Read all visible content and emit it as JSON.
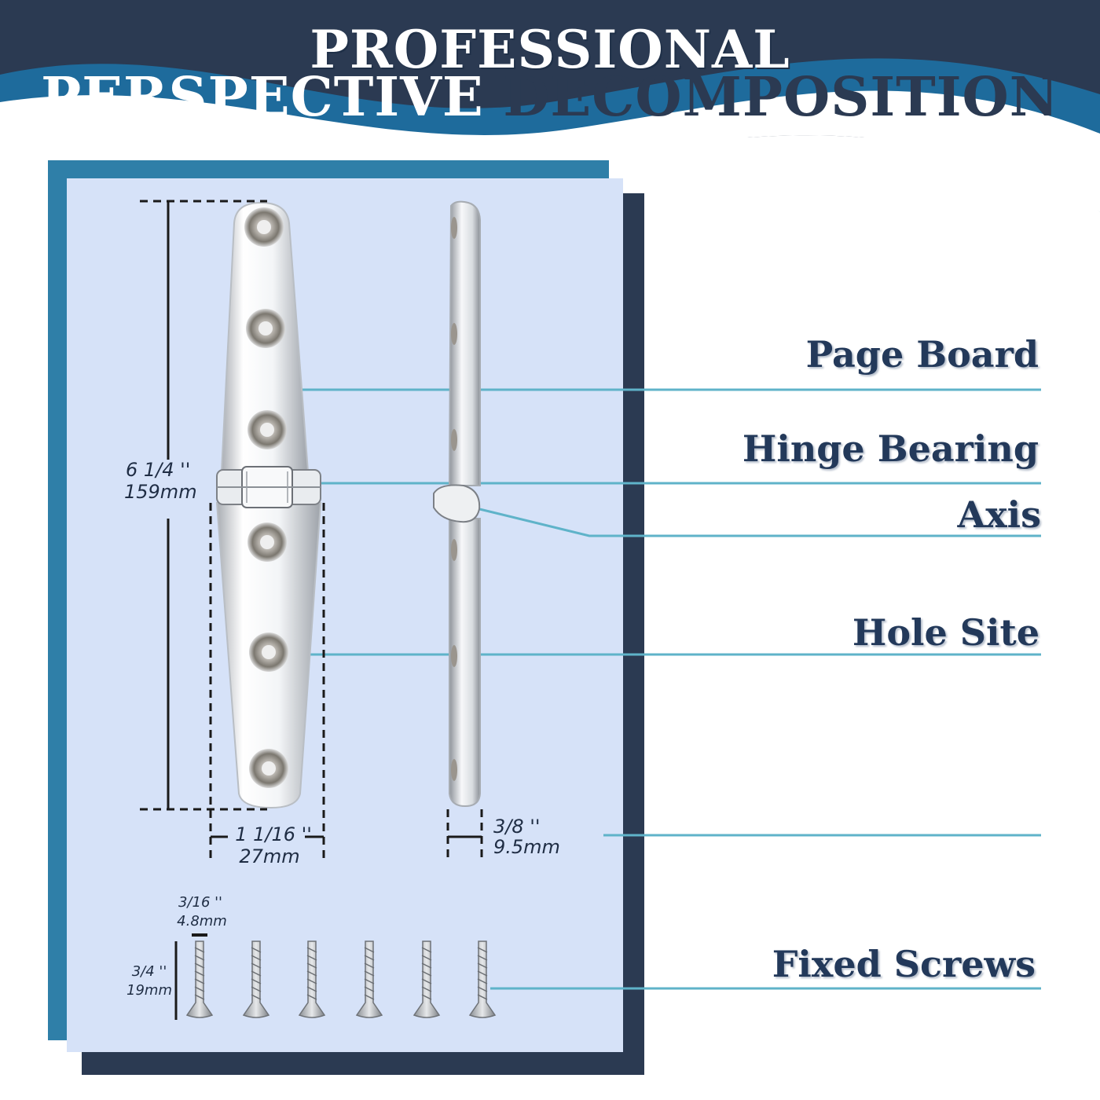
{
  "header": {
    "title_line1": "PROFESSIONAL",
    "title_line2_part1": "PERSPECTIVE",
    "title_line2_part2": "DECOMPOSITION"
  },
  "callouts": {
    "page_board": "Page Board",
    "hinge_bearing": "Hinge Bearing",
    "axis": "Axis",
    "hole_site": "Hole Site",
    "fixed_screws": "Fixed Screws"
  },
  "dimensions": {
    "length_in": "6 1/4 ''",
    "length_mm": "159mm",
    "width_in": "1 1/16 ''",
    "width_mm": "27mm",
    "thickness_in": "3/8 ''",
    "thickness_mm": "9.5mm",
    "screw_diameter_in": "3/16 ''",
    "screw_diameter_mm": "4.8mm",
    "screw_length_in": "3/4 ''",
    "screw_length_mm": "19mm"
  },
  "colors": {
    "navy": "#2b3a52",
    "accent_blue": "#2f7fa8",
    "panel": "#d6e2f8",
    "leader_line": "#5fb3c9",
    "label_text": "#23395a"
  }
}
